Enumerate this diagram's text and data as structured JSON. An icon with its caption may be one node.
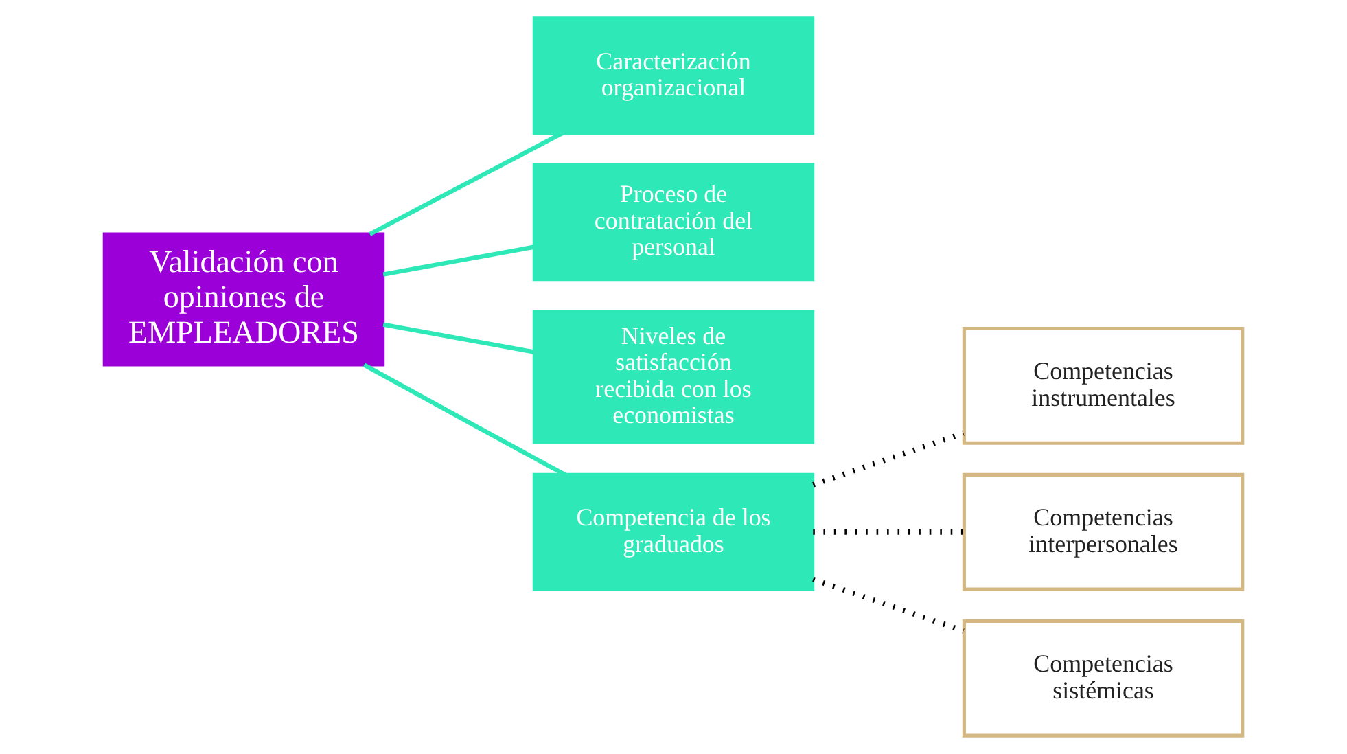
{
  "diagram": {
    "nodes": [
      {
        "text": [
          "Validación con opiniones de EMPLEADORES"
        ]
      },
      {
        "text": [
          "Caracterización organizacional"
        ]
      },
      {
        "text": [
          "Proceso de contratación del personal"
        ]
      },
      {
        "text": [
          "Niveles de satisfacción recibida con los economistas"
        ]
      },
      {
        "text": [
          "Competencia de los graduados"
        ]
      },
      {
        "text": [
          "Competencias instrumentales"
        ]
      },
      {
        "text": [
          "Competencias interpersonales"
        ]
      },
      {
        "text": [
          "Competencias sistémicas"
        ]
      }
    ],
    "edges": [
      {
        "from": 0,
        "to": 1,
        "arrow": "none"
      },
      {
        "from": 0,
        "to": 2,
        "arrow": "none"
      },
      {
        "from": 0,
        "to": 3,
        "arrow": "none"
      },
      {
        "from": 0,
        "to": 4,
        "arrow": "none"
      },
      {
        "from": 4,
        "to": 5,
        "arrow": "none",
        "style": "dashed",
        "color": "#000000"
      },
      {
        "from": 4,
        "to": 6,
        "arrow": "none",
        "style": "dashed",
        "color": "#000000"
      },
      {
        "from": 4,
        "to": 7,
        "arrow": "none",
        "style": "dashed",
        "color": "#000000"
      }
    ]
  }
}
